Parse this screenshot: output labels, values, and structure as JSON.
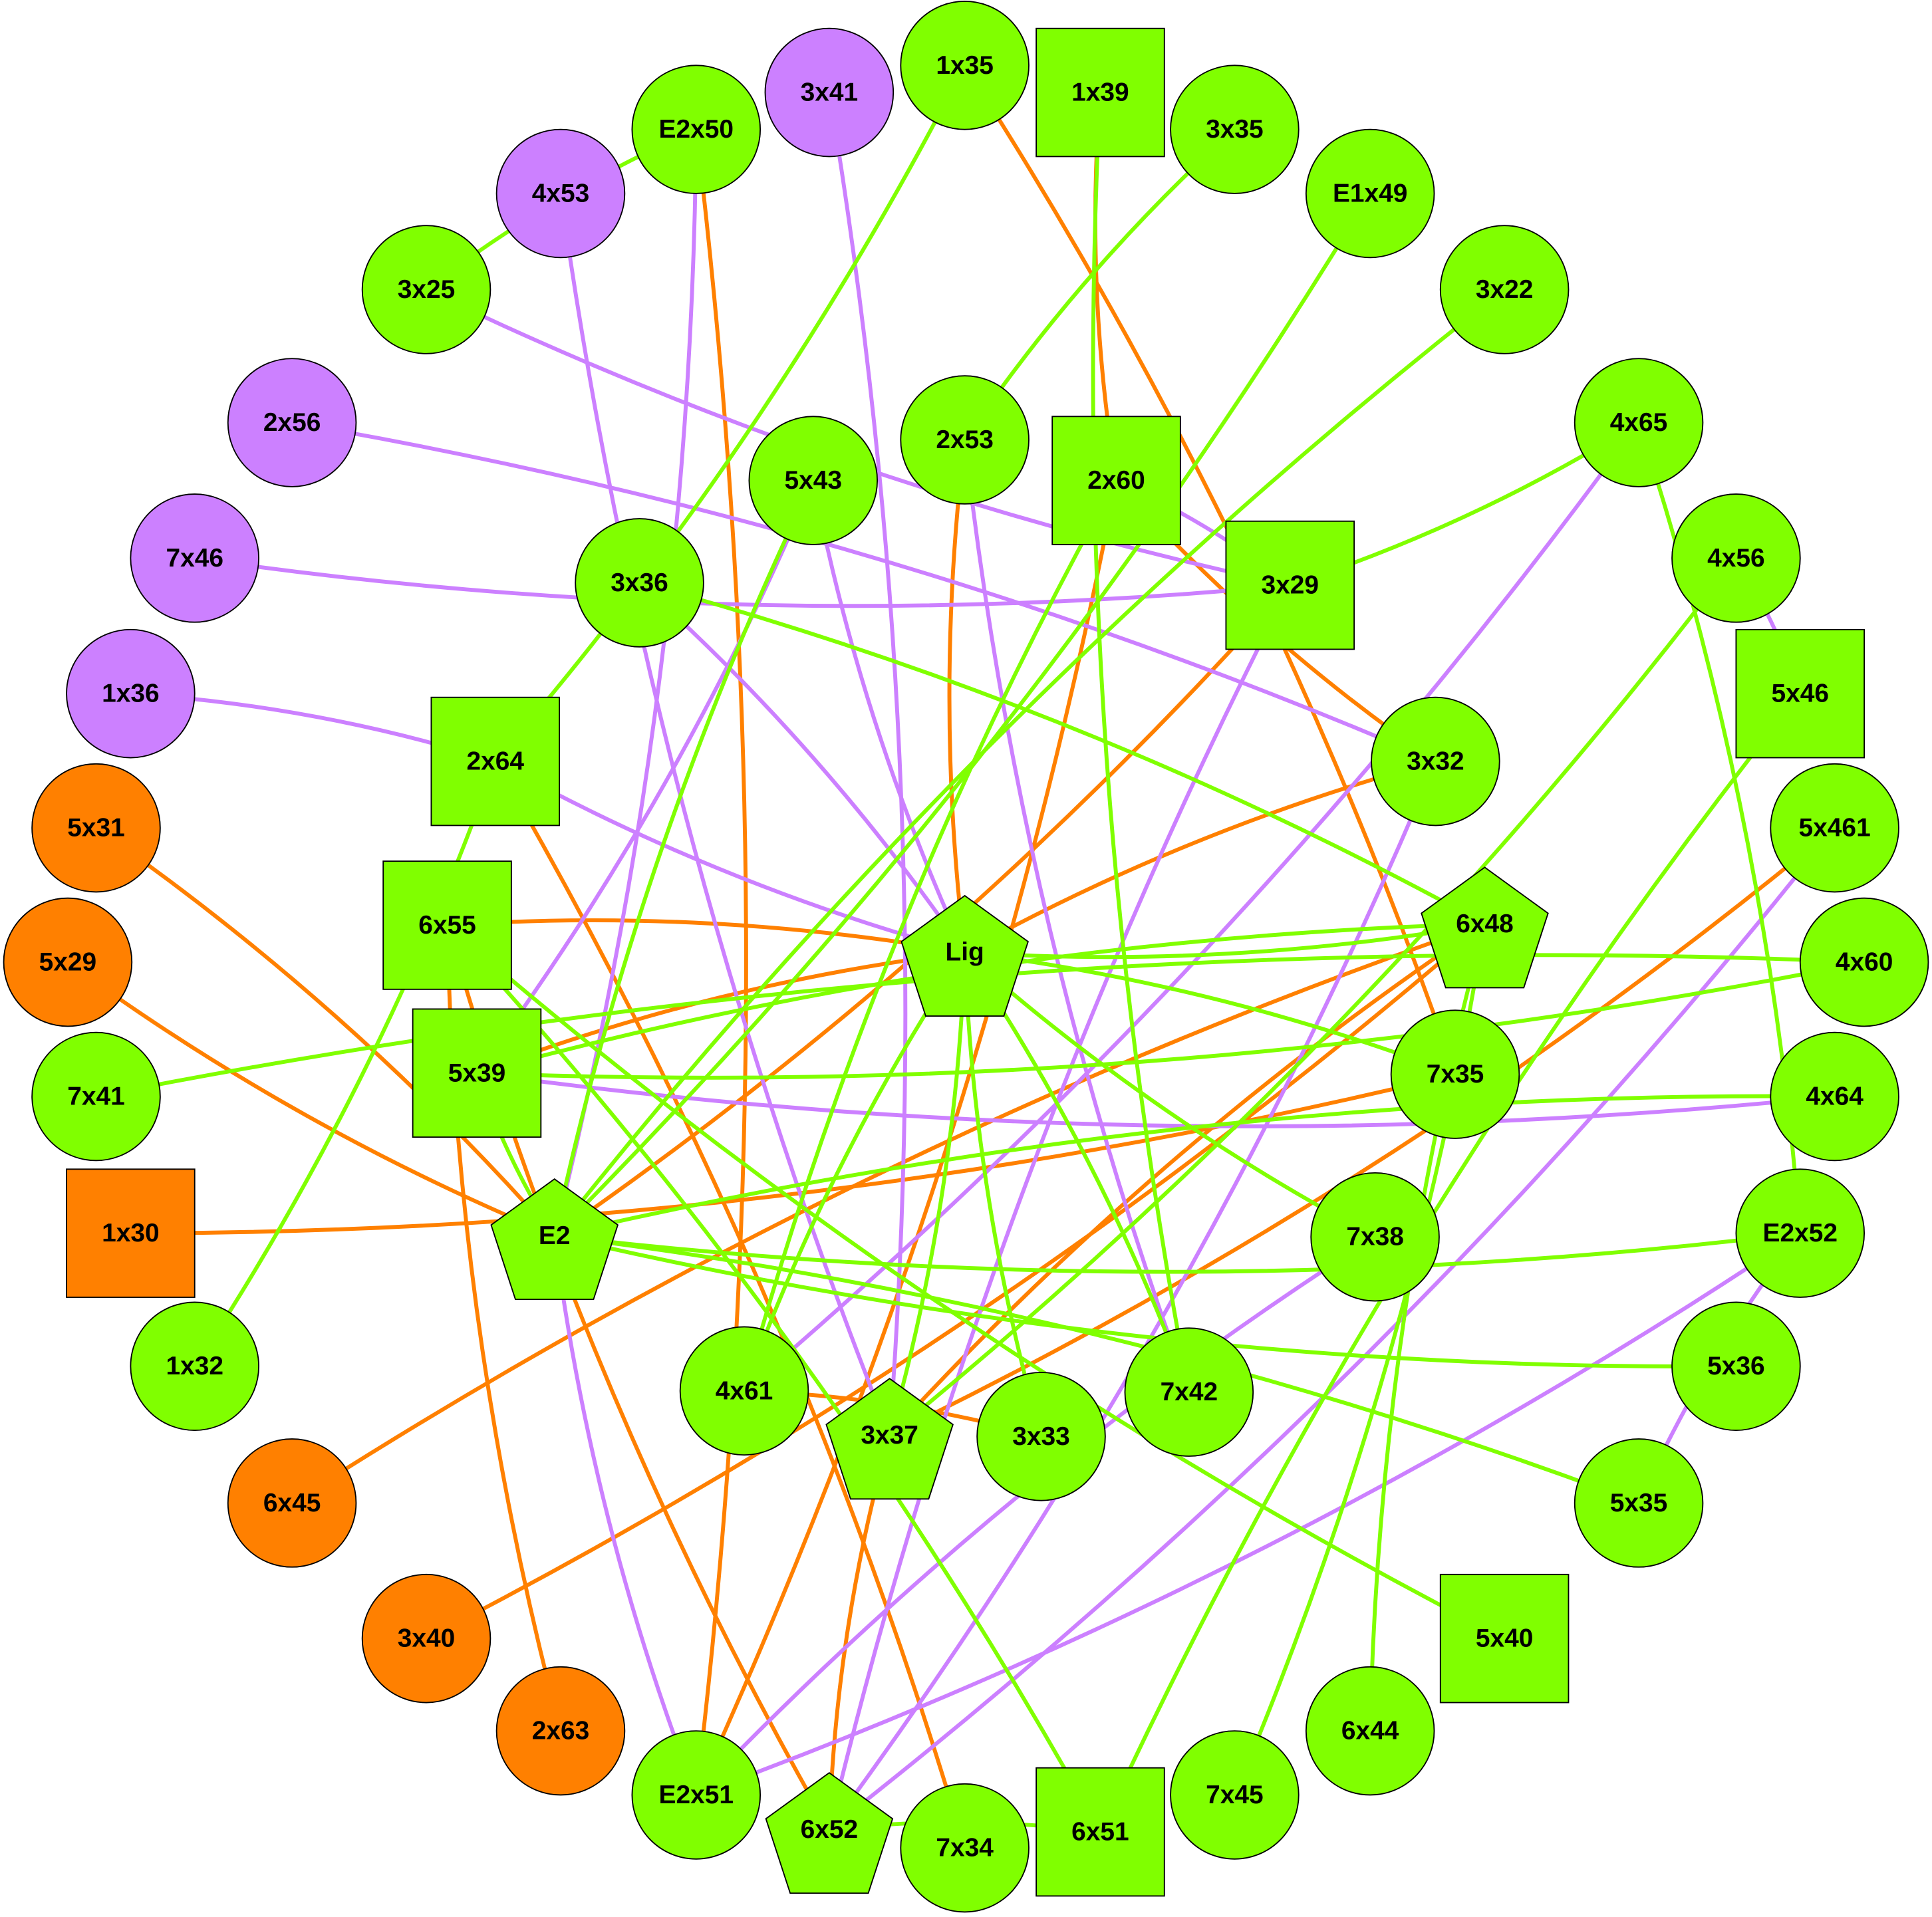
{
  "colors": {
    "green": "#80ff00",
    "purple": "#cc80ff",
    "orange": "#ff8000"
  },
  "nodes": [
    {
      "id": "1x35",
      "label": "1x35",
      "shape": "circle",
      "color": "green"
    },
    {
      "id": "1x39",
      "label": "1x39",
      "shape": "square",
      "color": "green"
    },
    {
      "id": "3x41",
      "label": "3x41",
      "shape": "circle",
      "color": "purple"
    },
    {
      "id": "E2x50",
      "label": "E2x50",
      "shape": "circle",
      "color": "green"
    },
    {
      "id": "3x35",
      "label": "3x35",
      "shape": "circle",
      "color": "green"
    },
    {
      "id": "4x53",
      "label": "4x53",
      "shape": "circle",
      "color": "purple"
    },
    {
      "id": "E1x49",
      "label": "E1x49",
      "shape": "circle",
      "color": "green"
    },
    {
      "id": "3x25",
      "label": "3x25",
      "shape": "circle",
      "color": "green"
    },
    {
      "id": "3x22",
      "label": "3x22",
      "shape": "circle",
      "color": "green"
    },
    {
      "id": "2x56",
      "label": "2x56",
      "shape": "circle",
      "color": "purple"
    },
    {
      "id": "2x53",
      "label": "2x53",
      "shape": "circle",
      "color": "green"
    },
    {
      "id": "5x43",
      "label": "5x43",
      "shape": "circle",
      "color": "green"
    },
    {
      "id": "2x60",
      "label": "2x60",
      "shape": "square",
      "color": "green"
    },
    {
      "id": "4x65",
      "label": "4x65",
      "shape": "circle",
      "color": "green"
    },
    {
      "id": "7x46",
      "label": "7x46",
      "shape": "circle",
      "color": "purple"
    },
    {
      "id": "3x36",
      "label": "3x36",
      "shape": "circle",
      "color": "green"
    },
    {
      "id": "3x29",
      "label": "3x29",
      "shape": "square",
      "color": "green"
    },
    {
      "id": "4x56",
      "label": "4x56",
      "shape": "circle",
      "color": "green"
    },
    {
      "id": "1x36",
      "label": "1x36",
      "shape": "circle",
      "color": "purple"
    },
    {
      "id": "5x46",
      "label": "5x46",
      "shape": "square",
      "color": "green"
    },
    {
      "id": "2x64",
      "label": "2x64",
      "shape": "square",
      "color": "green"
    },
    {
      "id": "3x32",
      "label": "3x32",
      "shape": "circle",
      "color": "green"
    },
    {
      "id": "5x31",
      "label": "5x31",
      "shape": "circle",
      "color": "orange"
    },
    {
      "id": "5x461",
      "label": "5x461",
      "shape": "circle",
      "color": "green"
    },
    {
      "id": "6x55",
      "label": "6x55",
      "shape": "square",
      "color": "green"
    },
    {
      "id": "Lig",
      "label": "Lig",
      "shape": "pentagon",
      "color": "green"
    },
    {
      "id": "6x48",
      "label": "6x48",
      "shape": "pentagon",
      "color": "green"
    },
    {
      "id": "5x29",
      "label": "5x29",
      "shape": "circle",
      "color": "orange"
    },
    {
      "id": "4x60",
      "label": "4x60",
      "shape": "circle",
      "color": "green"
    },
    {
      "id": "5x39",
      "label": "5x39",
      "shape": "square",
      "color": "green"
    },
    {
      "id": "7x35",
      "label": "7x35",
      "shape": "circle",
      "color": "green"
    },
    {
      "id": "7x41",
      "label": "7x41",
      "shape": "circle",
      "color": "green"
    },
    {
      "id": "4x64",
      "label": "4x64",
      "shape": "circle",
      "color": "green"
    },
    {
      "id": "1x30",
      "label": "1x30",
      "shape": "square",
      "color": "orange"
    },
    {
      "id": "E2",
      "label": "E2",
      "shape": "pentagon",
      "color": "green"
    },
    {
      "id": "E2x52",
      "label": "E2x52",
      "shape": "circle",
      "color": "green"
    },
    {
      "id": "7x38",
      "label": "7x38",
      "shape": "circle",
      "color": "green"
    },
    {
      "id": "1x32",
      "label": "1x32",
      "shape": "circle",
      "color": "green"
    },
    {
      "id": "5x36",
      "label": "5x36",
      "shape": "circle",
      "color": "green"
    },
    {
      "id": "4x61",
      "label": "4x61",
      "shape": "circle",
      "color": "green"
    },
    {
      "id": "3x37",
      "label": "3x37",
      "shape": "pentagon",
      "color": "green"
    },
    {
      "id": "3x33",
      "label": "3x33",
      "shape": "circle",
      "color": "green"
    },
    {
      "id": "7x42",
      "label": "7x42",
      "shape": "circle",
      "color": "green"
    },
    {
      "id": "6x45",
      "label": "6x45",
      "shape": "circle",
      "color": "orange"
    },
    {
      "id": "5x35",
      "label": "5x35",
      "shape": "circle",
      "color": "green"
    },
    {
      "id": "5x40",
      "label": "5x40",
      "shape": "square",
      "color": "green"
    },
    {
      "id": "3x40",
      "label": "3x40",
      "shape": "circle",
      "color": "orange"
    },
    {
      "id": "2x63",
      "label": "2x63",
      "shape": "circle",
      "color": "orange"
    },
    {
      "id": "6x44",
      "label": "6x44",
      "shape": "circle",
      "color": "green"
    },
    {
      "id": "E2x51",
      "label": "E2x51",
      "shape": "circle",
      "color": "green"
    },
    {
      "id": "6x52",
      "label": "6x52",
      "shape": "pentagon",
      "color": "green"
    },
    {
      "id": "7x34",
      "label": "7x34",
      "shape": "circle",
      "color": "green"
    },
    {
      "id": "6x51",
      "label": "6x51",
      "shape": "square",
      "color": "green"
    },
    {
      "id": "7x45",
      "label": "7x45",
      "shape": "circle",
      "color": "green"
    }
  ],
  "edges": [
    [
      "1x35",
      "7x35",
      "orange"
    ],
    [
      "1x39",
      "2x60",
      "orange"
    ],
    [
      "E2x50",
      "E2x51",
      "orange"
    ],
    [
      "2x53",
      "Lig",
      "orange"
    ],
    [
      "2x60",
      "E2x51",
      "orange"
    ],
    [
      "2x60",
      "3x32",
      "orange"
    ],
    [
      "3x29",
      "E2",
      "orange"
    ],
    [
      "3x32",
      "Lig",
      "orange"
    ],
    [
      "5x31",
      "E2",
      "orange"
    ],
    [
      "5x29",
      "E2",
      "orange"
    ],
    [
      "6x55",
      "Lig",
      "orange"
    ],
    [
      "1x30",
      "7x35",
      "orange"
    ],
    [
      "5x461",
      "3x37",
      "orange"
    ],
    [
      "6x48",
      "6x45",
      "orange"
    ],
    [
      "6x48",
      "3x40",
      "orange"
    ],
    [
      "Lig",
      "5x39",
      "orange"
    ],
    [
      "2x64",
      "7x34",
      "orange"
    ],
    [
      "6x55",
      "6x52",
      "orange"
    ],
    [
      "4x61",
      "3x33",
      "orange"
    ],
    [
      "3x37",
      "6x52",
      "orange"
    ],
    [
      "2x63",
      "6x55",
      "orange"
    ],
    [
      "6x48",
      "3x37",
      "orange"
    ],
    [
      "3x41",
      "3x37",
      "purple"
    ],
    [
      "4x53",
      "3x37",
      "purple"
    ],
    [
      "E2x50",
      "E2",
      "purple"
    ],
    [
      "3x25",
      "3x29",
      "purple"
    ],
    [
      "2x56",
      "3x32",
      "purple"
    ],
    [
      "7x46",
      "3x29",
      "purple"
    ],
    [
      "1x36",
      "2x64",
      "purple"
    ],
    [
      "2x64",
      "Lig",
      "purple"
    ],
    [
      "3x36",
      "Lig",
      "purple"
    ],
    [
      "5x43",
      "Lig",
      "purple"
    ],
    [
      "5x43",
      "5x39",
      "purple"
    ],
    [
      "2x53",
      "7x42",
      "purple"
    ],
    [
      "4x65",
      "4x61",
      "purple"
    ],
    [
      "3x29",
      "6x52",
      "purple"
    ],
    [
      "3x32",
      "6x52",
      "purple"
    ],
    [
      "5x39",
      "4x64",
      "purple"
    ],
    [
      "5x461",
      "6x52",
      "purple"
    ],
    [
      "E2",
      "E2x51",
      "purple"
    ],
    [
      "E2x52",
      "E2x51",
      "purple"
    ],
    [
      "E2x52",
      "5x35",
      "purple"
    ],
    [
      "4x56",
      "5x46",
      "purple"
    ],
    [
      "7x38",
      "E2x51",
      "purple"
    ],
    [
      "2x60",
      "3x29",
      "purple"
    ],
    [
      "E2x50",
      "3x25",
      "green"
    ],
    [
      "1x35",
      "2x64",
      "green"
    ],
    [
      "3x35",
      "2x53",
      "green"
    ],
    [
      "E1x49",
      "E2",
      "green"
    ],
    [
      "3x22",
      "E2",
      "green"
    ],
    [
      "4x65",
      "3x29",
      "green"
    ],
    [
      "1x39",
      "7x42",
      "green"
    ],
    [
      "4x65",
      "E2x52",
      "green"
    ],
    [
      "2x60",
      "4x61",
      "green"
    ],
    [
      "4x56",
      "3x37",
      "green"
    ],
    [
      "5x46",
      "6x51",
      "green"
    ],
    [
      "6x48",
      "7x45",
      "green"
    ],
    [
      "6x48",
      "6x44",
      "green"
    ],
    [
      "6x48",
      "Lig",
      "green"
    ],
    [
      "6x48",
      "5x39",
      "green"
    ],
    [
      "3x36",
      "6x48",
      "green"
    ],
    [
      "4x60",
      "7x41",
      "green"
    ],
    [
      "4x60",
      "5x39",
      "green"
    ],
    [
      "4x64",
      "E2",
      "green"
    ],
    [
      "E2x52",
      "E2",
      "green"
    ],
    [
      "E2",
      "5x36",
      "green"
    ],
    [
      "E2",
      "5x35",
      "green"
    ],
    [
      "6x55",
      "5x40",
      "green"
    ],
    [
      "6x55",
      "6x51",
      "green"
    ],
    [
      "5x43",
      "E2",
      "green"
    ],
    [
      "Lig",
      "7x35",
      "green"
    ],
    [
      "Lig",
      "7x38",
      "green"
    ],
    [
      "Lig",
      "7x42",
      "green"
    ],
    [
      "Lig",
      "3x33",
      "green"
    ],
    [
      "Lig",
      "3x37",
      "green"
    ],
    [
      "Lig",
      "4x61",
      "green"
    ],
    [
      "2x64",
      "1x32",
      "green"
    ],
    [
      "5x39",
      "E2",
      "green"
    ],
    [
      "6x52",
      "6x51",
      "green"
    ]
  ]
}
